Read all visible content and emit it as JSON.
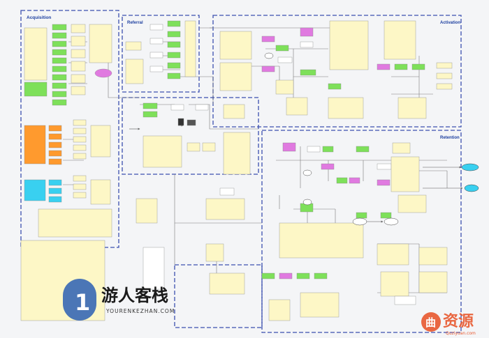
{
  "sections": {
    "acquisition": "Acquisition",
    "referral": "Referral",
    "activation": "Activation",
    "retention": "Retention"
  },
  "watermarks": {
    "left_cn": "游人客栈",
    "left_en": "YOURENKEZHAN.COM",
    "right_cn": "资源",
    "right_en": "Quziyuan.com"
  },
  "colors": {
    "note_yellow": "#fdf7c6",
    "green": "#7ee05a",
    "orange": "#ff9a2e",
    "cyan": "#39d0f0",
    "pink": "#e07ae0",
    "blue_dash": "#3b4fb0",
    "line": "#707070"
  }
}
